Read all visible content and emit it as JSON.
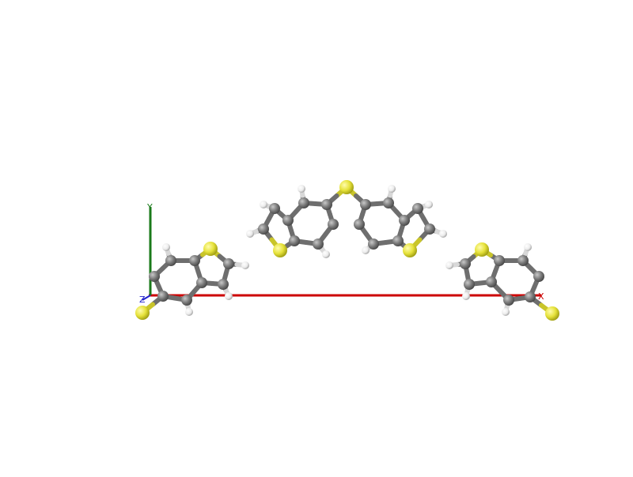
{
  "scene": {
    "background_color": "#ffffff",
    "colors": {
      "carbon": "#7a7a7a",
      "carbon_dark": "#4a4a4a",
      "sulfur": "#e6e23a",
      "sulfur_dark": "#9c9a10",
      "hydrogen": "#f2f2f2",
      "hydrogen_dark": "#9a9a9a",
      "axis_x": "#cc0000",
      "axis_y": "#1a7a1a",
      "axis_z": "#2222cc"
    },
    "axes": {
      "x_label": "X",
      "y_label": "Y",
      "z_label": "Z"
    }
  }
}
